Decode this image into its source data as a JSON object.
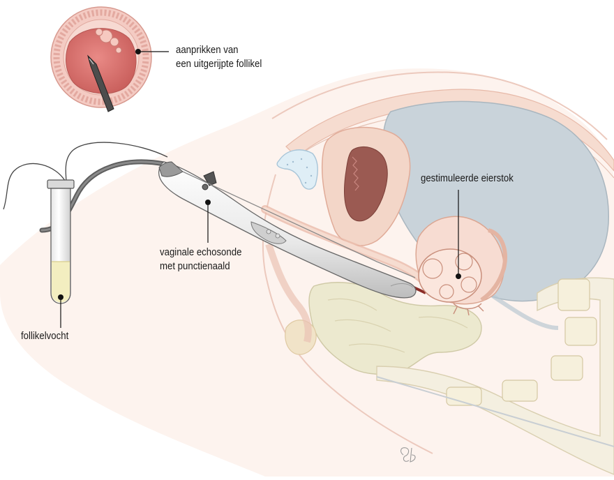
{
  "labels": {
    "follicle_puncture": {
      "line1": "aanprikken van",
      "line2": "een uitgerijpte follikel"
    },
    "ovary": {
      "line1": "gestimuleerde eierstok"
    },
    "probe": {
      "line1": "vaginale echosonde",
      "line2": "met punctienaald"
    },
    "fluid": {
      "line1": "follikelvocht"
    }
  },
  "signature": "gB",
  "colors": {
    "skin": "#fbeee8",
    "skin_outline": "#ecc9bd",
    "tissue": "#f6dcd0",
    "bladder": "#c9d3da",
    "uterus_cavity": "#9b5a52",
    "ovary": "#f7dcd2",
    "intestine": "#ece9cf",
    "bone": "#f4efe0",
    "probe": "#f2f2f2",
    "follicle_fluid": "#f3eec0",
    "label_text": "#1a1a1a"
  }
}
